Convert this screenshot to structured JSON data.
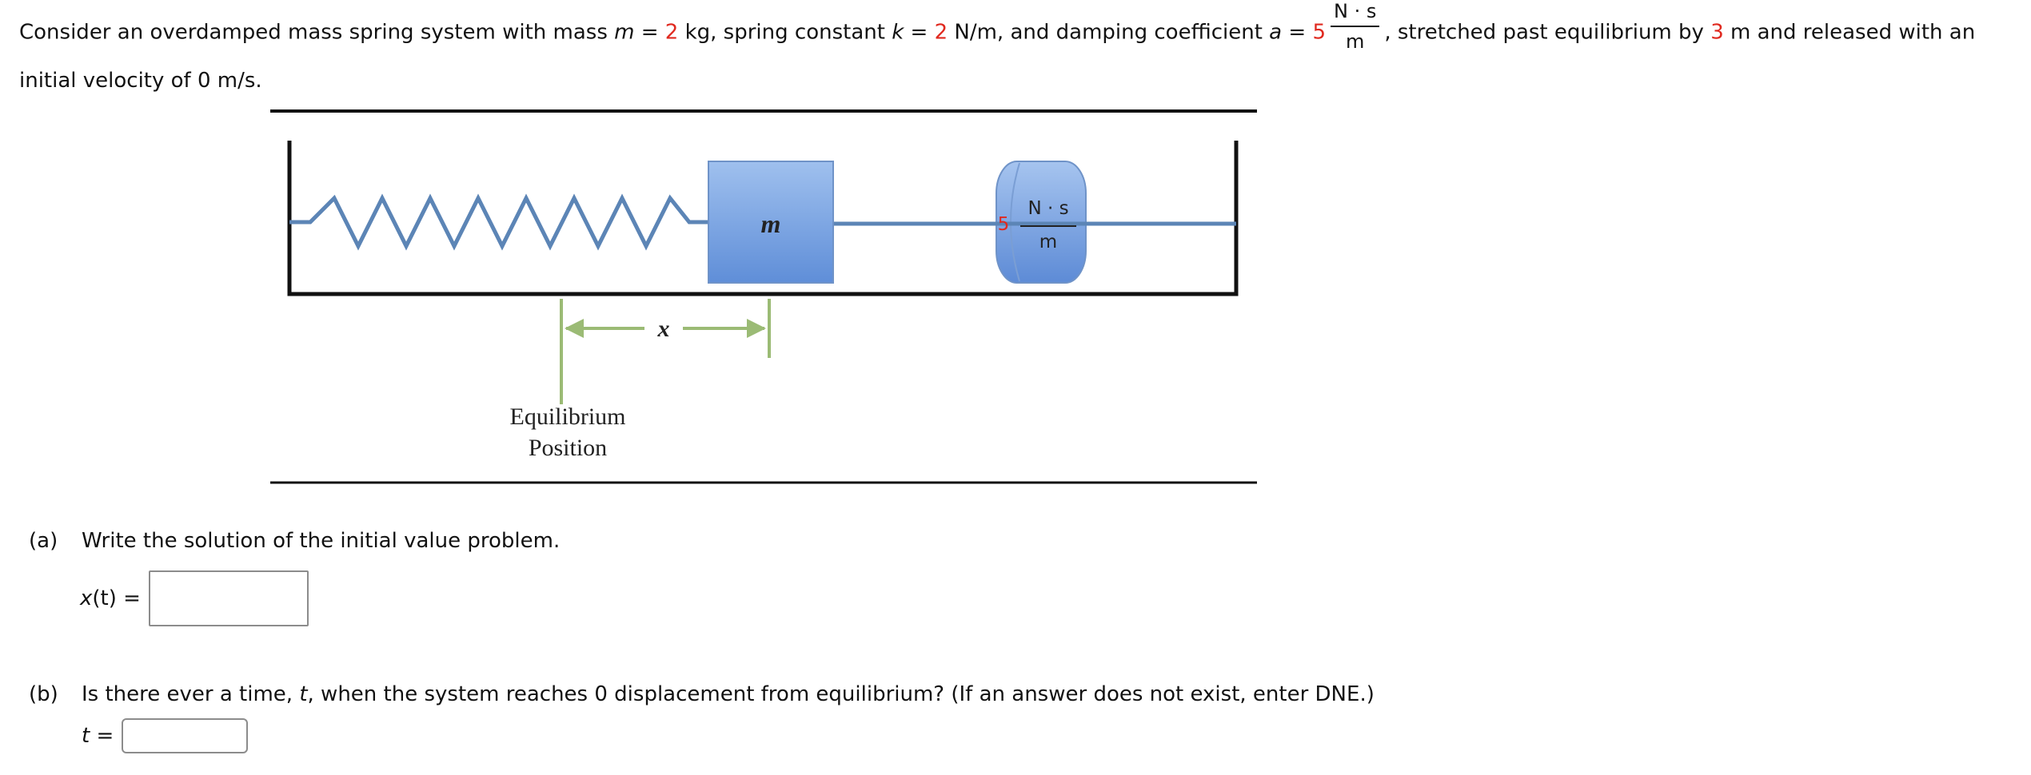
{
  "problem": {
    "t1": "Consider an overdamped mass spring system with mass ",
    "m_var": "m",
    "eq1": " = ",
    "mass_value": "2",
    "t2": " kg, spring constant ",
    "k_var": "k",
    "eq2": " = ",
    "k_value": "2",
    "t3": " N/m, and damping coefficient ",
    "a_var": "a",
    "eq3": " = ",
    "a_value": "5",
    "a_unit_num": "N · s",
    "a_unit_den": "m",
    "t4": ", stretched past equilibrium by ",
    "stretch_value": "3",
    "t5": " m and released with an initial velocity of 0 m/s."
  },
  "figure": {
    "mass_label": "m",
    "damper_coef": "5",
    "damper_unit_num": "N · s",
    "damper_unit_den": "m",
    "x_label": "x",
    "equilibrium_line1": "Equilibrium",
    "equilibrium_line2": "Position",
    "colors": {
      "spring": "#5c85b6",
      "block": "#6f9be0",
      "arrow": "#9bbb75",
      "frame": "#111111"
    }
  },
  "part_a": {
    "tag": "(a)",
    "question": "Write the solution of the initial value problem.",
    "answer_label_var": "x",
    "answer_label_rest": "(t) =",
    "answer_value": ""
  },
  "part_b": {
    "tag": "(b)",
    "q1": "Is there ever a time, ",
    "q_var": "t",
    "q2": ", when the system reaches 0 displacement from equilibrium? (If an answer does not exist, enter DNE.)",
    "answer_label_var": "t",
    "answer_label_rest": " =",
    "answer_value": ""
  }
}
